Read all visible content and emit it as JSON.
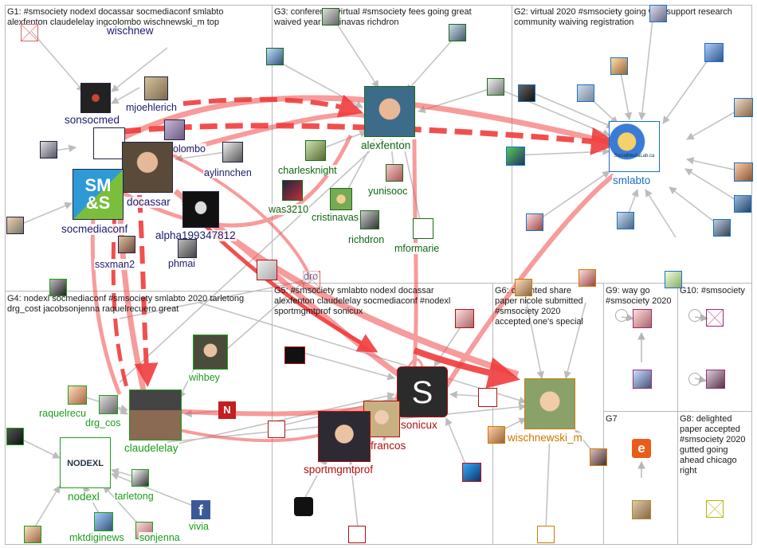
{
  "groups": [
    {
      "id": "g1",
      "title": "G1: #smsociety nodexl docassar socmediaconf smlabto\nalexfenton claudelelay ingcolombo wischnewski_m top"
    },
    {
      "id": "g2",
      "title": "G2: virtual 2020 #smsociety going way support research\ncommunity waiving registration"
    },
    {
      "id": "g3",
      "title": "G3: conference virtual #smsociety fees going great\nwaived year cristinavas richdron"
    },
    {
      "id": "g4",
      "title": "G4: nodexl socmediaconf #smsociety smlabto 2020 tarletong\ndrg_cost jacobsonjenna raquelrecuero great"
    },
    {
      "id": "g5",
      "title": "G5: #smsociety smlabto nodexl docassar\nalexfenton claudelelay socmediaconf #nodexl\nsportmgmtprof sonicux"
    },
    {
      "id": "g6",
      "title": "G6: delighted share\npaper nicole submitted\n#smsociety 2020\naccepted one's special"
    },
    {
      "id": "g7",
      "title": "G7"
    },
    {
      "id": "g8",
      "title": "G8: delighted\npaper accepted\n#smsociety 2020\ngutted going\nahead chicago\nright"
    },
    {
      "id": "g9",
      "title": "G9: way go\n#smsociety 2020"
    },
    {
      "id": "g10",
      "title": "G10: #smsociety"
    }
  ],
  "nodes": {
    "wischnew": "wischnew",
    "mjoehlerich": "mjoehlerich",
    "sonsocmed": "sonsocmed",
    "colombo": "olombo",
    "aylinnchen": "aylinnchen",
    "docassar": "docassar",
    "socmediaconf": "socmediaconf",
    "alpha": "alpha199347812",
    "ssxman2": "ssxman2",
    "phmai": "phmai",
    "alexfenton": "alexfenton",
    "charlesknight": "charlesknight",
    "yunisooc": "yunisooc",
    "was3210": "was3210",
    "cristinavas": "cristinavas",
    "richdron": "richdron",
    "mformarie": "mformarie",
    "smlabto": "smlabto",
    "wihbey": "wihbey",
    "raquelrecuero": "raquelrecu",
    "drg_cost": "drg_cos",
    "claudelelay": "claudelelay",
    "nodexl": "nodexl",
    "tarletong": "tarletong",
    "vivia": "vivia",
    "mktdiginews": "mktdiginews",
    "jacobsonjenna": "sonjenna",
    "sonicux": "sonicux",
    "francos": "francos",
    "sportmgmtprof": "sportmgmtprof",
    "wischnewski_m": "wischnewski_m",
    "dro": "dro"
  },
  "logos": {
    "socmediaconf_logo": "SM\n&S",
    "nodexl_logo": "NODEXL",
    "smlabto_logo": "SocialMediaLab.ca",
    "sonicux_logo": "S",
    "facebook_logo": "f",
    "n_logo": "N",
    "e_logo": "e"
  },
  "colors": {
    "g1_label": "#1c1c6e",
    "g3_label": "#116611",
    "g4_label": "#1b9d1b",
    "g2_label": "#1a6fc4",
    "g5_label": "#b21010",
    "g6_label": "#cc7a00",
    "red_edge": "#f24a4a",
    "gray_edge": "#b8b8b8"
  }
}
